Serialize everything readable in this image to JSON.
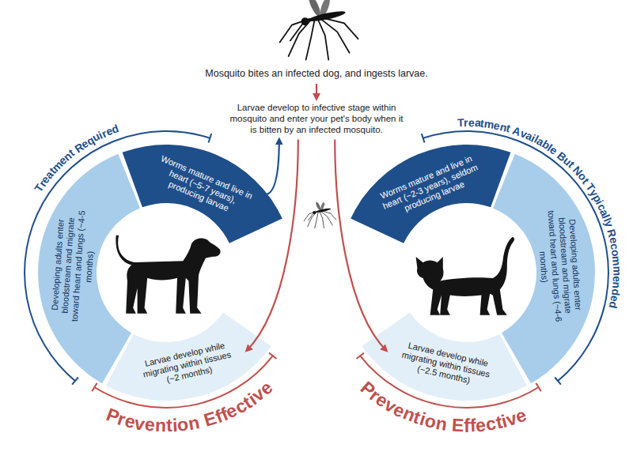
{
  "diagram": {
    "nodes": [
      {
        "text": [
          "Mosquito bites an infected dog, and ingests larvae."
        ]
      },
      {
        "text": [
          "Larvae develop to infective stage within mosquito and enter your pet's body when it is bitten by an infected mosquito."
        ]
      },
      {
        "text": [
          "Worms mature and live in heart (~5-7 years), producing larvae"
        ]
      },
      {
        "text": [
          "Developing adults enter bloodstream and migrate toward heart and lungs (~4-5 months)"
        ]
      },
      {
        "text": [
          "Larvae develop while migrating within tissues (~2 months)"
        ]
      },
      {
        "text": [
          "Worms mature and live in heart (~2-3 years), seldom producing larvae"
        ]
      },
      {
        "text": [
          "Developing adults enter bloodstream and migrate toward heart and lungs (~4-6 months)"
        ]
      },
      {
        "text": [
          "Larvae develop while migrating within tissues (~2.5 months)"
        ]
      }
    ],
    "edges": [
      {
        "from": 0,
        "to": 1,
        "arrow": "to"
      },
      {
        "from": 2,
        "to": 1,
        "arrow": "to"
      },
      {
        "from": 1,
        "to": 4,
        "arrow": "to"
      },
      {
        "from": 1,
        "to": 7,
        "arrow": "to"
      }
    ],
    "labels": [
      "Treatment Required",
      "Prevention Effective",
      "Treatment Available But Not Typically Recommended",
      "Prevention Effective"
    ]
  }
}
